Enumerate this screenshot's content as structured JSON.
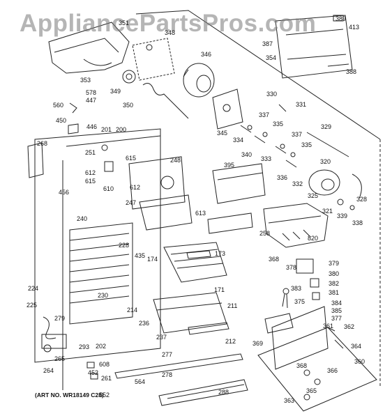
{
  "watermark": "AppliancePartsPros.com",
  "art_number": "(ART NO. WR18149 C28)",
  "callouts": [
    "351",
    "348",
    "346",
    "353",
    "349",
    "350",
    "578",
    "447",
    "560",
    "450",
    "446",
    "201",
    "200",
    "268",
    "251",
    "612",
    "615",
    "610",
    "248",
    "615",
    "612",
    "247",
    "613",
    "456",
    "240",
    "228",
    "435",
    "174",
    "173",
    "171",
    "224",
    "225",
    "279",
    "230",
    "214",
    "236",
    "211",
    "237",
    "212",
    "202",
    "293",
    "265",
    "264",
    "608",
    "452",
    "261",
    "552",
    "564",
    "277",
    "278",
    "288",
    "345",
    "334",
    "337",
    "340",
    "335",
    "333",
    "337",
    "336",
    "335",
    "332",
    "330",
    "331",
    "329",
    "395",
    "320",
    "325",
    "321",
    "339",
    "328",
    "338",
    "258",
    "820",
    "368",
    "378",
    "379",
    "380",
    "382",
    "381",
    "383",
    "375",
    "384",
    "385",
    "377",
    "361",
    "362",
    "369",
    "364",
    "360",
    "368",
    "366",
    "365",
    "363",
    "387",
    "389",
    "413",
    "354",
    "388"
  ]
}
